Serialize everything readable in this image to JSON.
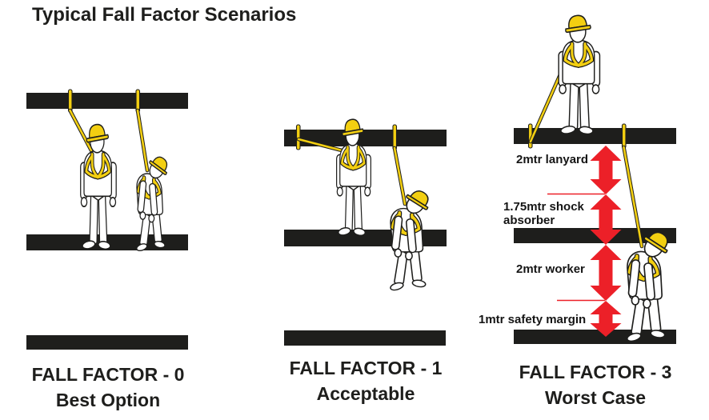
{
  "title": "Typical Fall Factor Scenarios",
  "colors": {
    "black": "#1e1e1c",
    "yellow": "#f3cf11",
    "red": "#ec2028",
    "white": "#ffffff"
  },
  "scenarios": [
    {
      "label": "FALL FACTOR - 0",
      "sublabel": "Best Option"
    },
    {
      "label": "FALL FACTOR - 1",
      "sublabel": "Acceptable"
    },
    {
      "label": "FALL FACTOR - 3",
      "sublabel": "Worst Case"
    }
  ],
  "measurements": [
    {
      "label": "2mtr lanyard"
    },
    {
      "label": "1.75mtr shock absorber"
    },
    {
      "label": "2mtr worker"
    },
    {
      "label": "1mtr safety margin"
    }
  ]
}
